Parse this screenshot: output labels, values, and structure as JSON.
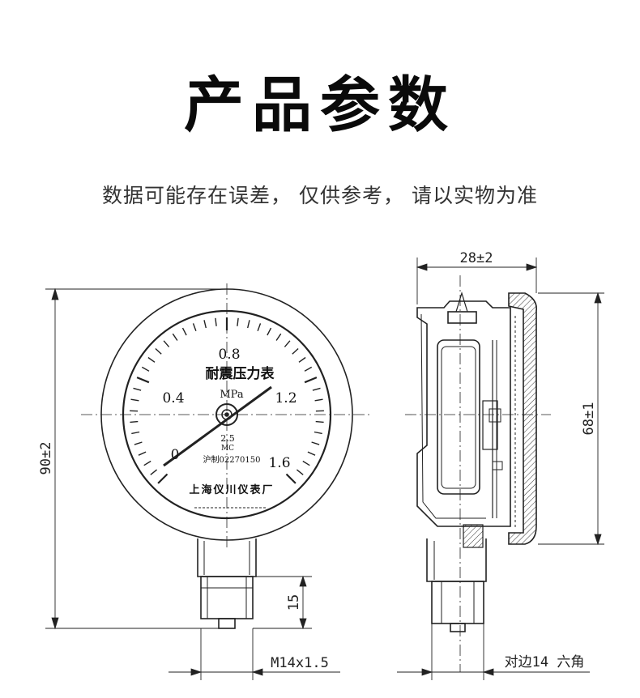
{
  "header": {
    "title": "产品参数",
    "subtitle": "数据可能存在误差，  仅供参考，  请以实物为准"
  },
  "front_view": {
    "dim_height": "90±2",
    "dim_thread_len": "15",
    "dim_thread": "M14x1.5",
    "dial": {
      "unit": "MPa",
      "name": "耐震压力表",
      "scale_labels": [
        "0",
        "0.4",
        "0.8",
        "1.2",
        "1.6"
      ],
      "class": "2.5",
      "mark": "MC",
      "license": "沪制02270150",
      "maker": "上海仪川仪表厂"
    }
  },
  "side_view": {
    "dim_depth": "28±2",
    "dim_case": "68±1",
    "dim_hex": "对边14 六角"
  },
  "colors": {
    "line": "#222222",
    "title": "#0a0a0a",
    "subtitle": "#333333"
  }
}
